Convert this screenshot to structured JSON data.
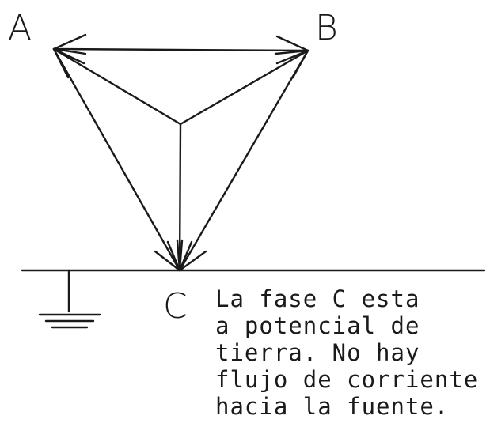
{
  "labels": {
    "a": "A",
    "b": "B",
    "c": "C"
  },
  "note": {
    "lines": [
      "La fase C esta",
      "a potencial de",
      "tierra. No hay",
      "flujo de corriente",
      "hacia la fuente."
    ]
  },
  "colors": {
    "ink": "#1a1a1a",
    "background": "#ffffff"
  }
}
